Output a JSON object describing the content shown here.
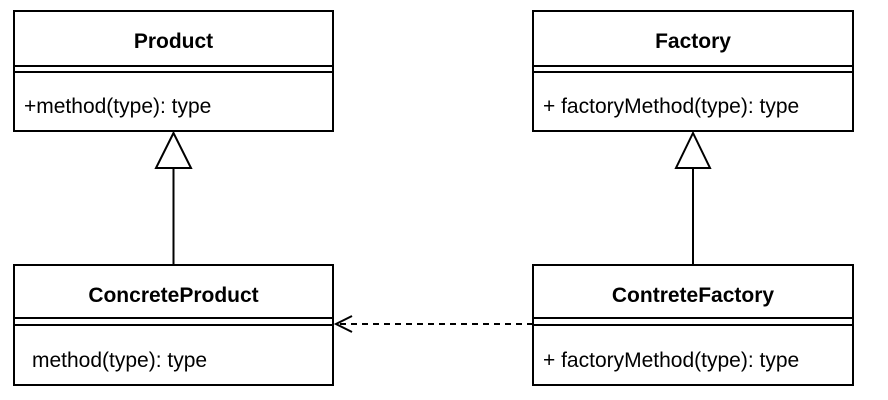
{
  "classes": {
    "product": {
      "name": "Product",
      "operation": "+method(type): type"
    },
    "factory": {
      "name": "Factory",
      "operation": "+ factoryMethod(type): type"
    },
    "concrete_product": {
      "name": "ConcreteProduct",
      "operation": "method(type): type"
    },
    "concrete_factory": {
      "name": "ContreteFactory",
      "operation": "+ factoryMethod(type): type"
    }
  },
  "relationships": [
    {
      "type": "generalization",
      "from": "ConcreteProduct",
      "to": "Product"
    },
    {
      "type": "generalization",
      "from": "ContreteFactory",
      "to": "Factory"
    },
    {
      "type": "dependency",
      "from": "ContreteFactory",
      "to": "ConcreteProduct"
    }
  ],
  "colors": {
    "stroke": "#000000",
    "fill": "#ffffff",
    "text": "#000000"
  }
}
